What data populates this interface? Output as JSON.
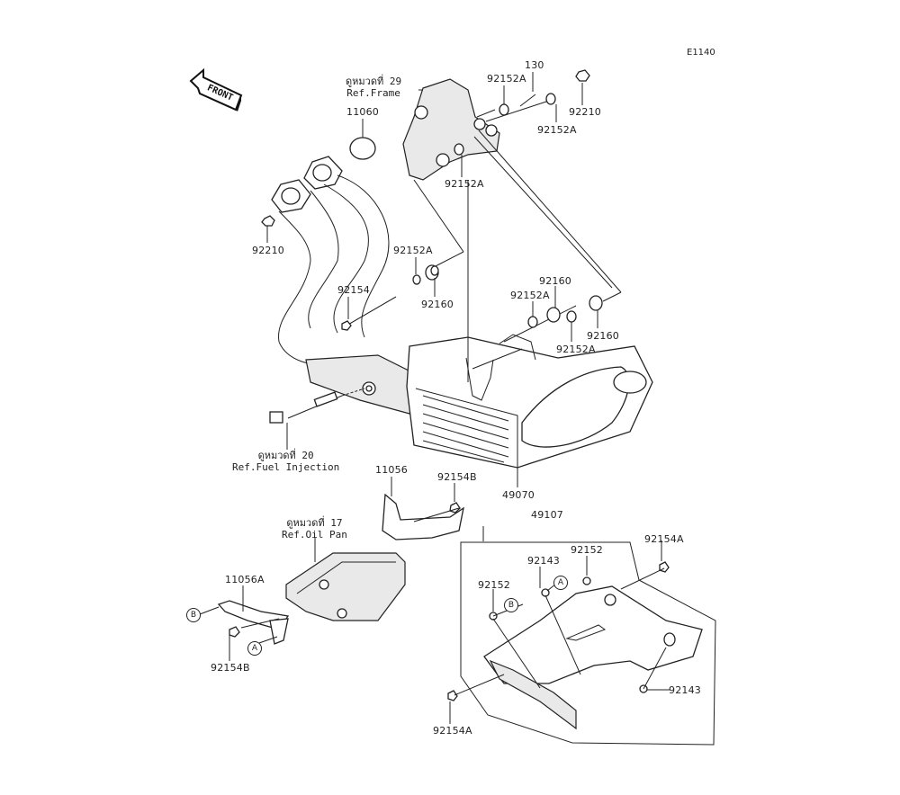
{
  "diagram": {
    "code": "E1140",
    "front_indicator": "FRONT",
    "references": [
      {
        "id": "ref-frame",
        "thai": "ดูหมวดที่ 29",
        "text": "Ref.Frame"
      },
      {
        "id": "ref-fuel-injection",
        "thai": "ดูหมวดที่ 20",
        "text": "Ref.Fuel Injection"
      },
      {
        "id": "ref-oil-pan",
        "thai": "ดูหมวดที่ 17",
        "text": "Ref.Oil Pan"
      }
    ],
    "parts": [
      {
        "number": "11060"
      },
      {
        "number": "130"
      },
      {
        "number": "92152A"
      },
      {
        "number": "92210"
      },
      {
        "number": "92152A"
      },
      {
        "number": "92152A"
      },
      {
        "number": "92210"
      },
      {
        "number": "92152A"
      },
      {
        "number": "92154"
      },
      {
        "number": "92160"
      },
      {
        "number": "92160"
      },
      {
        "number": "92152A"
      },
      {
        "number": "92160"
      },
      {
        "number": "92152A"
      },
      {
        "number": "49070"
      },
      {
        "number": "11056"
      },
      {
        "number": "92154B"
      },
      {
        "number": "11056A"
      },
      {
        "number": "92154B"
      },
      {
        "number": "49107"
      },
      {
        "number": "92154A"
      },
      {
        "number": "92152"
      },
      {
        "number": "92143"
      },
      {
        "number": "92152"
      },
      {
        "number": "92143"
      },
      {
        "number": "92154A"
      }
    ],
    "callouts": [
      "A",
      "B",
      "A",
      "B"
    ]
  }
}
